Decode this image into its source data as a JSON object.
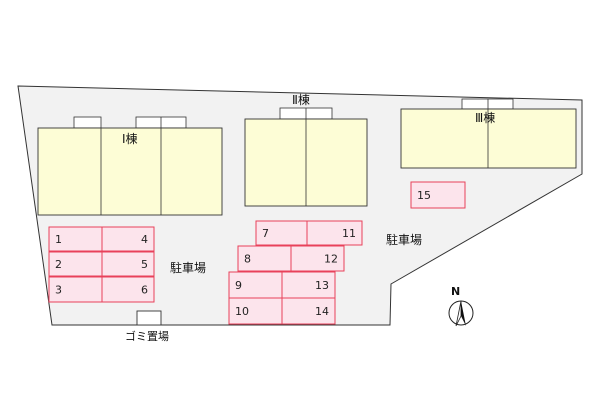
{
  "colors": {
    "lot": "#f2f2f2",
    "outline": "#333333",
    "building": "#fdfdd6",
    "slot_fill": "#fce4ec",
    "slot_border": "#e8415a"
  },
  "buildings": [
    {
      "label": "Ⅰ棟"
    },
    {
      "label": "Ⅱ棟"
    },
    {
      "label": "Ⅲ棟"
    }
  ],
  "parking": {
    "label": "駐車場",
    "slots": [
      "1",
      "2",
      "3",
      "4",
      "5",
      "6",
      "7",
      "8",
      "9",
      "10",
      "11",
      "12",
      "13",
      "14",
      "15"
    ]
  },
  "garbage": {
    "label": "ゴミ置場"
  },
  "compass": {
    "label": "N",
    "icon": "north-arrow-icon"
  }
}
